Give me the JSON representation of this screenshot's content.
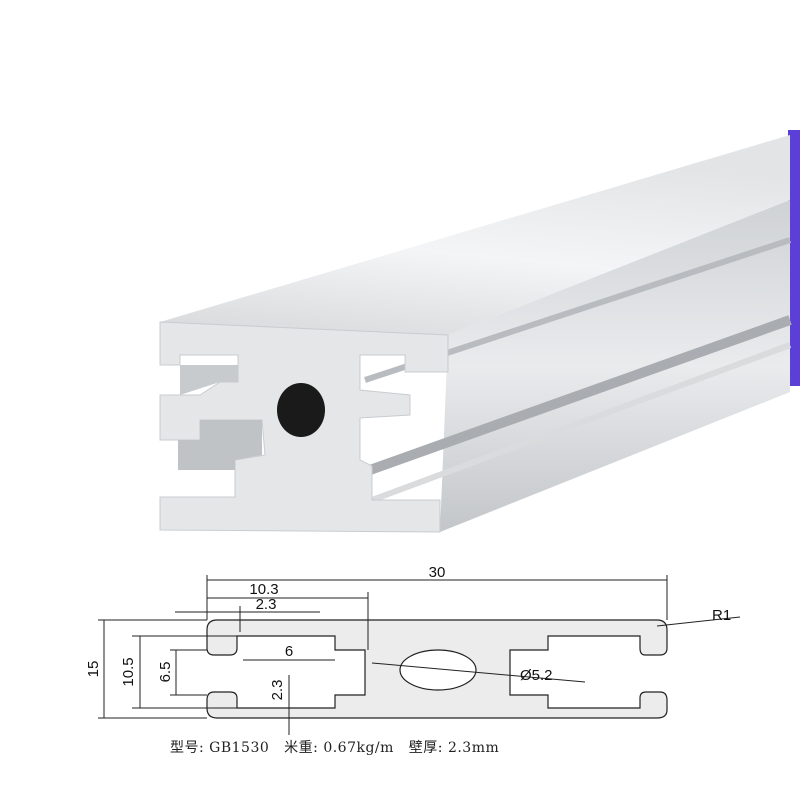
{
  "colors": {
    "accent_bar": "#5b3fd6",
    "profile_fill": "#ececec",
    "line": "#222222"
  },
  "drawing": {
    "overall_width": "30",
    "slot_depth": "10.3",
    "lip_thickness_top": "2.3",
    "radius": "R1",
    "height": "15",
    "inner_height": "10.5",
    "slot_opening": "6.5",
    "slot_width": "6",
    "wall_thickness": "2.3",
    "hole_diameter": "Ø5.2"
  },
  "spec": {
    "model_label": "型号:",
    "model_value": "GB1530",
    "weight_label": "米重:",
    "weight_value": "0.67kg/m",
    "wall_label": "壁厚:",
    "wall_value": "2.3mm"
  }
}
